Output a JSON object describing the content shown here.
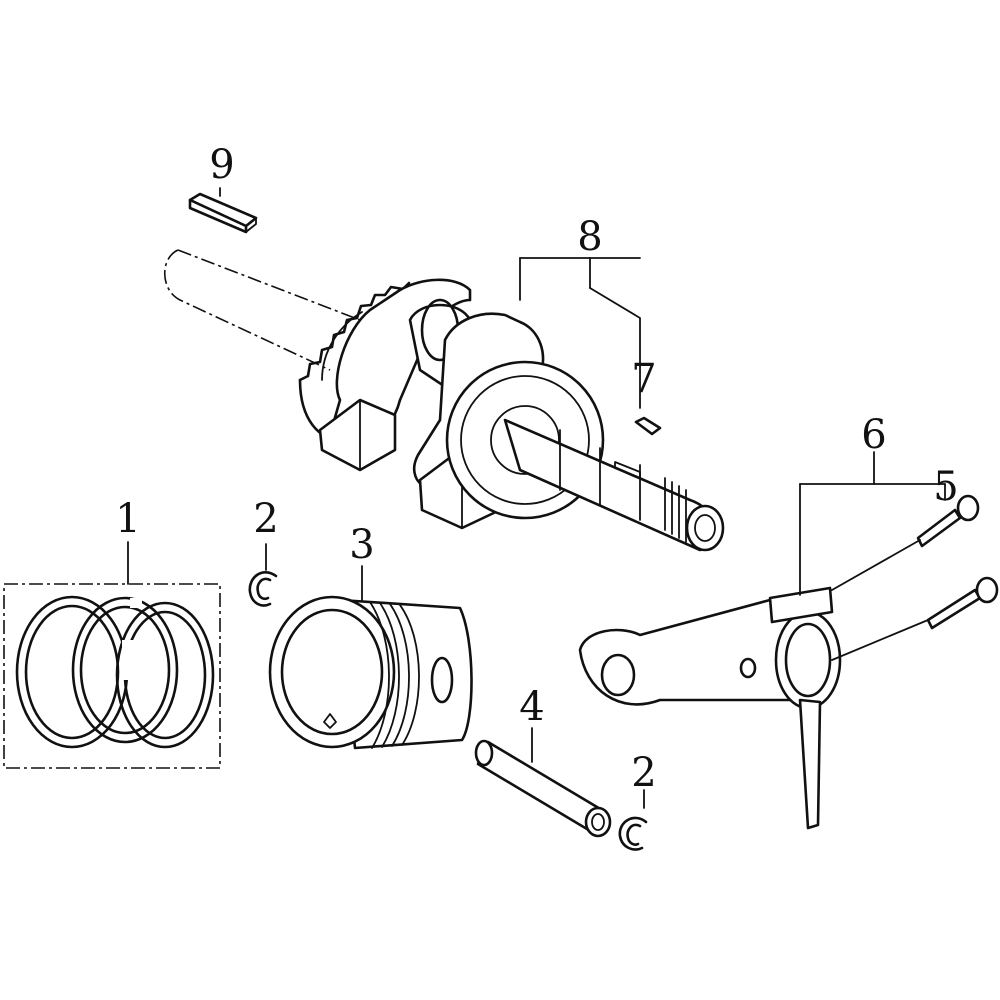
{
  "labels": {
    "piston_rings": "1",
    "circlip_left": "2",
    "piston": "3",
    "piston_pin": "4",
    "rod_bolt": "5",
    "connecting_rod": "6",
    "key_small": "7",
    "crankshaft": "8",
    "key_top": "9",
    "circlip_right": "2"
  }
}
